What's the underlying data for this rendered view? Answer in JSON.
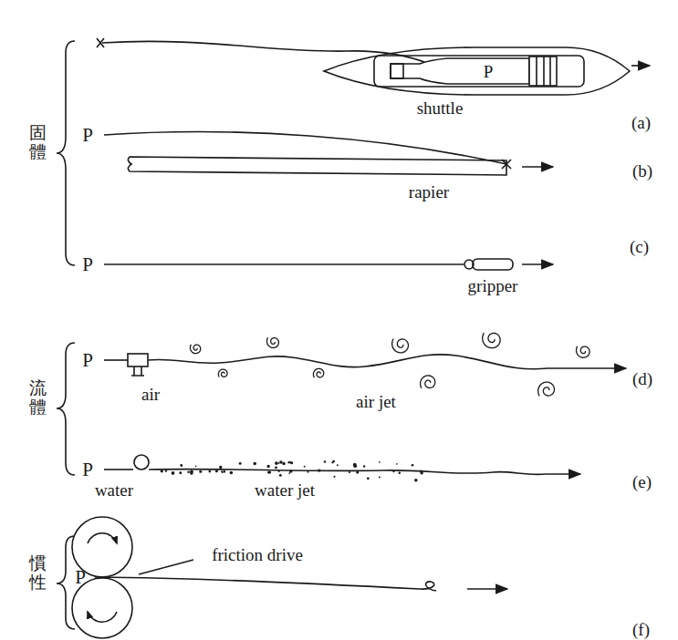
{
  "diagram": {
    "labels": [
      "固體",
      "P",
      "shuttle",
      "(a)",
      "P",
      "rapier",
      "(b)",
      "P",
      "gripper",
      "(c)",
      "流體",
      "P",
      "air",
      "air jet",
      "(d)",
      "P",
      "water",
      "water jet",
      "(e)",
      "慣性",
      "P",
      "friction drive",
      "(f)"
    ]
  }
}
